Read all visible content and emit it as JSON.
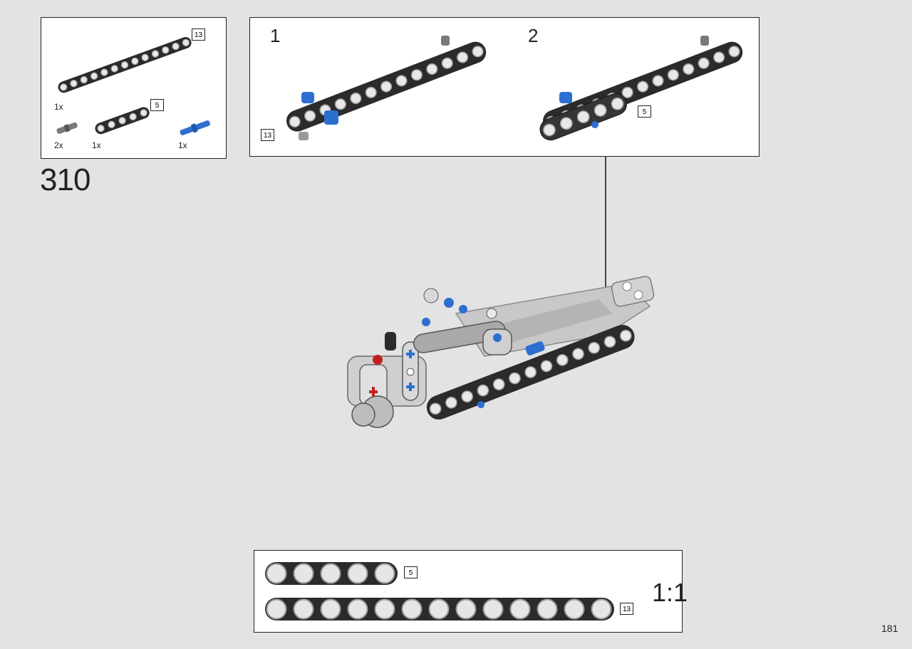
{
  "step": {
    "number": "310"
  },
  "parts_list": {
    "items": [
      {
        "length": "13",
        "qty": "1x",
        "color": "#2b2b2b",
        "name": "beam-13"
      },
      {
        "length": "5",
        "qty": "1x",
        "color": "#2b2b2b",
        "name": "beam-5"
      },
      {
        "qty": "2x",
        "color": "#7a7a7a",
        "name": "grey-axle-pin"
      },
      {
        "qty": "1x",
        "color": "#2d6fd0",
        "name": "blue-pin"
      }
    ]
  },
  "sub_steps": [
    {
      "number": "1",
      "length_label": "13"
    },
    {
      "number": "2",
      "length_label": "5"
    }
  ],
  "scale_box": {
    "ratio": "1:1",
    "beams": [
      {
        "length": "5",
        "holes": 5
      },
      {
        "length": "13",
        "holes": 13
      }
    ]
  },
  "page_number": "181",
  "colors": {
    "beam": "#2b2b2b",
    "beam_edge": "#9a9a9a",
    "blue_pin": "#2d6fd0",
    "light_grey": "#c8c8c8",
    "red_axle": "#c22020"
  }
}
